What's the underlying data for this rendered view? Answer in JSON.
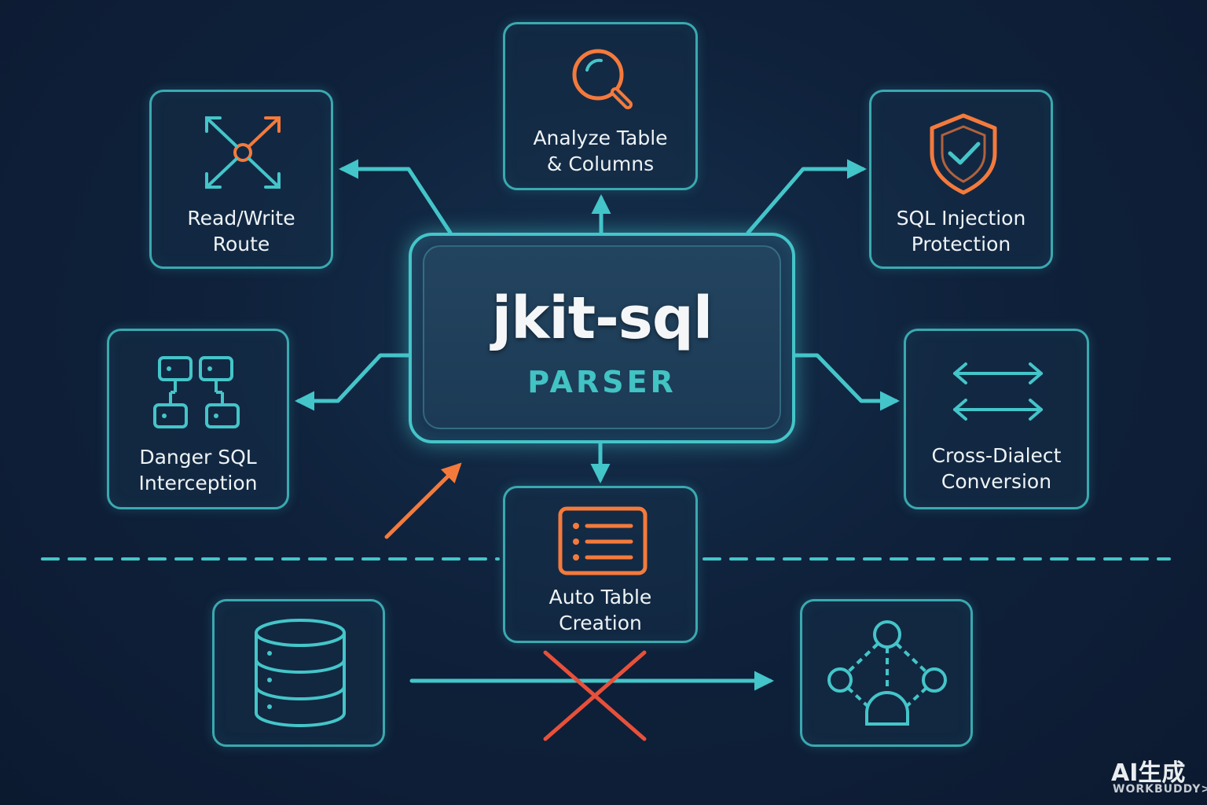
{
  "core": {
    "title": "jkit-sql",
    "subtitle": "PARSER"
  },
  "nodes": {
    "analyze": {
      "label": "Analyze Table\n& Columns",
      "icon": "magnifier-icon"
    },
    "route": {
      "label": "Read/Write\nRoute",
      "icon": "expand-arrows-icon"
    },
    "injection": {
      "label": "SQL Injection\nProtection",
      "icon": "shield-check-icon"
    },
    "danger": {
      "label": "Danger SQL\nInterception",
      "icon": "block-grid-icon"
    },
    "dialect": {
      "label": "Cross-Dialect\nConversion",
      "icon": "double-arrows-icon"
    },
    "autotable": {
      "label": "Auto Table\nCreation",
      "icon": "list-table-icon"
    },
    "database": {
      "icon": "database-icon"
    },
    "network": {
      "icon": "network-nodes-icon"
    }
  },
  "watermark": {
    "ai": "AI生成",
    "brand": "WORKBUDDY>_"
  },
  "colors": {
    "teal": "#44c5c9",
    "orange": "#f47a3c",
    "red": "#e8503a",
    "background": "#0f213b"
  }
}
